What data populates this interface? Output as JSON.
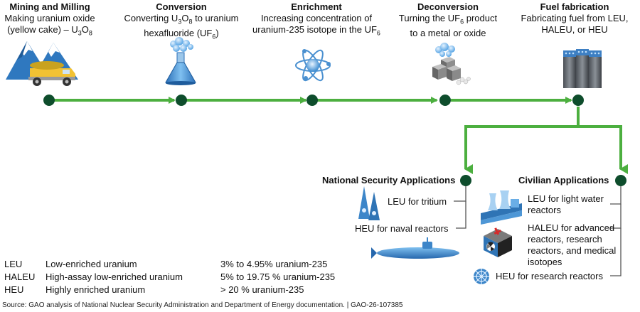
{
  "stages": [
    {
      "title": "Mining and Milling",
      "desc_line1": "Making uranium oxide",
      "desc_line2_pre": "(yellow cake) – U",
      "desc_line2_sub1": "3",
      "desc_line2_mid": "O",
      "desc_line2_sub2": "8"
    },
    {
      "title": "Conversion",
      "desc_line1_pre": "Converting U",
      "desc_line1_sub1": "3",
      "desc_line1_mid": "O",
      "desc_line1_sub2": "8",
      "desc_line1_post": " to uranium",
      "desc_line2_pre": "hexafluoride (UF",
      "desc_line2_sub": "6",
      "desc_line2_post": ")"
    },
    {
      "title": "Enrichment",
      "desc_line1": "Increasing concentration of",
      "desc_line2_pre": "uranium-235 isotope in the UF",
      "desc_line2_sub": "6"
    },
    {
      "title": "Deconversion",
      "desc_line1_pre": "Turning the UF",
      "desc_line1_sub": "6",
      "desc_line1_post": " product",
      "desc_line2": "to a metal or oxide"
    },
    {
      "title": "Fuel fabrication",
      "desc_line1": "Fabricating fuel from LEU,",
      "desc_line2": "HALEU, or HEU"
    }
  ],
  "national_security": {
    "title": "National Security Applications",
    "items": [
      "LEU for tritium",
      "HEU for naval reactors"
    ]
  },
  "civilian": {
    "title": "Civilian Applications",
    "items": [
      {
        "line1": "LEU for light water",
        "line2": "reactors"
      },
      {
        "line1": "HALEU for advanced",
        "line2": "reactors, research",
        "line3": "reactors, and medical",
        "line4": "isotopes"
      },
      {
        "line1": "HEU for research reactors"
      }
    ]
  },
  "legend": [
    {
      "abbr": "LEU",
      "name": "Low-enriched uranium",
      "range": "3% to 4.95%  uranium-235"
    },
    {
      "abbr": "HALEU",
      "name": "High-assay low-enriched uranium",
      "range": "5% to 19.75 % uranium-235"
    },
    {
      "abbr": "HEU",
      "name": "Highly enriched uranium",
      "range": "> 20 % uranium-235"
    }
  ],
  "source": "Source: GAO analysis of National Nuclear Security Administration and Department of Energy documentation.  |  GAO-26-107385",
  "colors": {
    "arrow": "#4caf3f",
    "node": "#0e4d2c",
    "line": "#555555",
    "blue": "#3f86c8"
  }
}
